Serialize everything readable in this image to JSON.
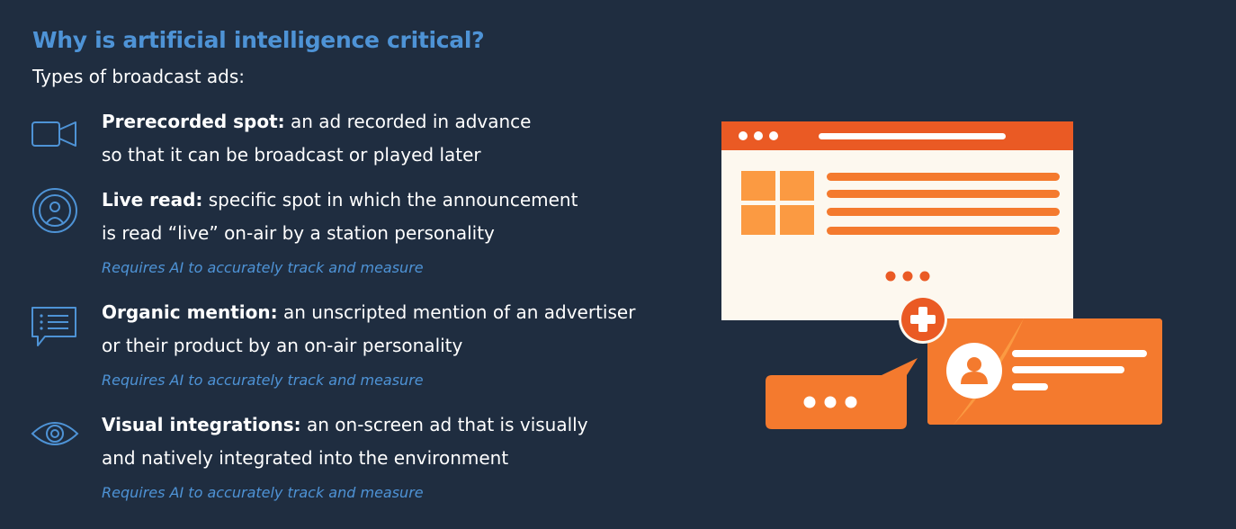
{
  "header": {
    "title": "Why is artificial intelligence critical?",
    "subtitle": "Types of broadcast ads:"
  },
  "items": [
    {
      "icon": "video-camera-icon",
      "label": "Prerecorded spot:",
      "line1": " an ad recorded in advance",
      "line2": "so that it can be broadcast or played later",
      "note": ""
    },
    {
      "icon": "broadcast-person-icon",
      "label": "Live read:",
      "line1": " specific spot in which the announcement",
      "line2": "is read “live” on-air by a station personality",
      "note": "Requires AI to accurately track and measure"
    },
    {
      "icon": "chat-list-icon",
      "label": "Organic mention:",
      "line1": " an unscripted mention of an advertiser",
      "line2": "or their product by an on-air personality",
      "note": "Requires AI to accurately track and measure"
    },
    {
      "icon": "eye-icon",
      "label": "Visual integrations:",
      "line1": " an on-screen ad that is visually",
      "line2": "and natively integrated into the environment",
      "note": "Requires AI to accurately track and measure"
    }
  ],
  "colors": {
    "background": "#1f2d40",
    "accent_blue": "#4e93d6",
    "orange_dark": "#ea5a24",
    "orange": "#f47a2e",
    "orange_light": "#fb9a42",
    "cream": "#fdf8ef"
  },
  "illustration": {
    "elements": [
      "browser-window-icon",
      "plus-badge-icon",
      "profile-card-icon",
      "chat-bubble-icon"
    ]
  }
}
